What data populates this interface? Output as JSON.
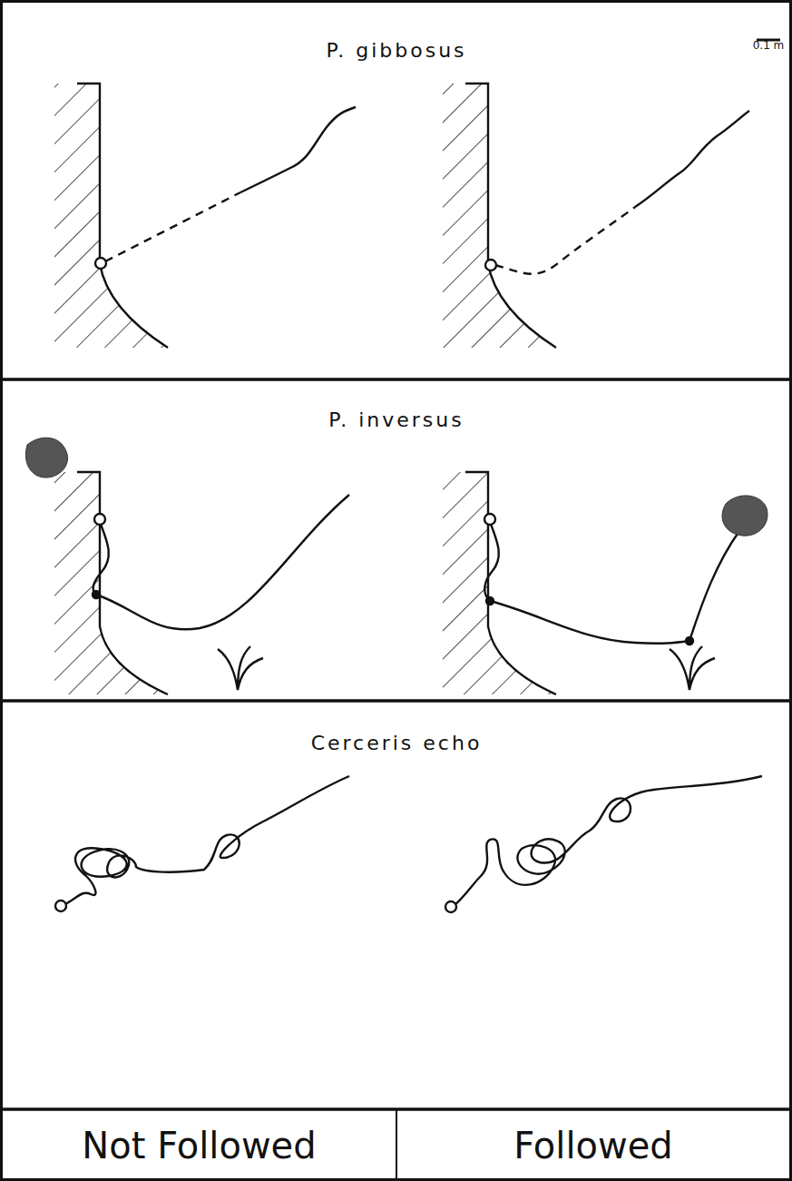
{
  "diagram": {
    "nodes": [
      {
        "text": [
          "Not Followed"
        ]
      },
      {
        "text": [
          "Followed"
        ]
      }
    ],
    "labels": [
      "P. gibbosus",
      "0.1 m",
      "P. inversus",
      "Cerceris echo"
    ]
  }
}
